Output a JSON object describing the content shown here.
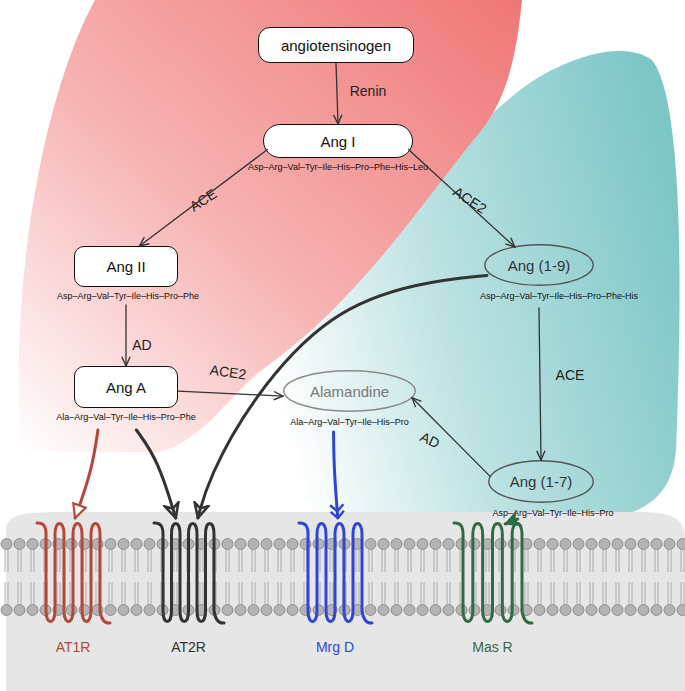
{
  "diagram": {
    "nodes": [
      {
        "text": [
          "angiotensinogen"
        ]
      },
      {
        "text": [
          "Ang I",
          "Asp–Arg–Val–Tyr–Ile–His–Pro–Phe–His–Leu"
        ]
      },
      {
        "text": [
          "Ang II",
          "Asp–Arg–Val–Tyr–Ile–His–Pro–Phe"
        ]
      },
      {
        "text": [
          "Ang (1-9)",
          "Asp–Arg–Val–Tyr–Ile–His–Pro–Phe-His"
        ]
      },
      {
        "text": [
          "Ang A",
          "Ala–Arg–Val–Tyr–Ile–His–Pro–Phe"
        ]
      },
      {
        "text": [
          "Alamandine",
          "Ala–Arg–Val–Tyr–Ile–His–Pro"
        ]
      },
      {
        "text": [
          "Ang (1-7)",
          "Asp–Arg–Val–Tyr–Ile–His–Pro"
        ]
      },
      {
        "text": [
          "AT1R"
        ]
      },
      {
        "text": [
          "AT2R"
        ]
      },
      {
        "text": [
          "Mrg D"
        ]
      },
      {
        "text": [
          "Mas R"
        ]
      }
    ],
    "edges": [
      {
        "from": 0,
        "to": 1,
        "label": "Renin",
        "arrow": "to"
      },
      {
        "from": 1,
        "to": 2,
        "label": "ACE",
        "arrow": "to"
      },
      {
        "from": 1,
        "to": 3,
        "label": "ACE2",
        "arrow": "to"
      },
      {
        "from": 2,
        "to": 4,
        "label": "AD",
        "arrow": "to"
      },
      {
        "from": 3,
        "to": 6,
        "label": "ACE",
        "arrow": "to"
      },
      {
        "from": 4,
        "to": 5,
        "label": "ACE2",
        "arrow": "to"
      },
      {
        "from": 6,
        "to": 5,
        "label": "AD",
        "arrow": "to"
      },
      {
        "from": 4,
        "to": 7,
        "arrow": "to"
      },
      {
        "from": 4,
        "to": 8,
        "arrow": "to"
      },
      {
        "from": 3,
        "to": 8,
        "arrow": "to"
      },
      {
        "from": 5,
        "to": 9,
        "arrow": "to"
      },
      {
        "from": 6,
        "to": 10,
        "arrow": "to"
      }
    ]
  }
}
